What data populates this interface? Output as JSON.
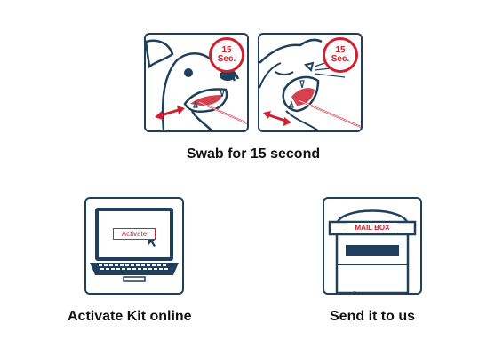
{
  "steps": {
    "swab": {
      "caption": "Swab for 15 second",
      "dog_timer": {
        "value": "15",
        "unit": "Sec."
      },
      "cat_timer": {
        "value": "15",
        "unit": "Sec."
      }
    },
    "activate": {
      "caption": "Activate Kit online",
      "button_label": "Activate"
    },
    "send": {
      "caption": "Send it to us",
      "mailbox_label": "MAIL BOX"
    }
  },
  "colors": {
    "outline": "#1f3f5c",
    "accent": "#d02030",
    "text": "#111111"
  }
}
